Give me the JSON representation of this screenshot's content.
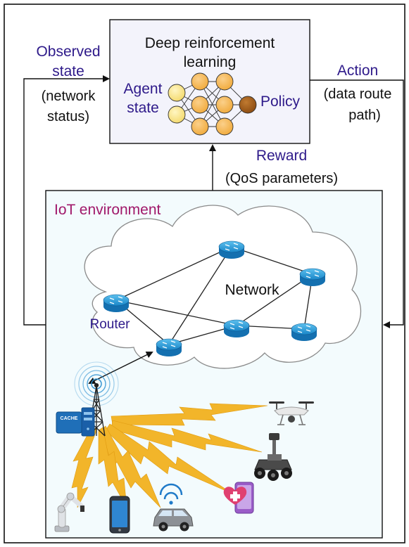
{
  "drl_box": {
    "title_line1": "Deep reinforcement",
    "title_line2": "learning",
    "agent_line1": "Agent",
    "agent_line2": "state",
    "policy": "Policy"
  },
  "observed": {
    "line1": "Observed",
    "line2": "state",
    "line3": "(network",
    "line4": "status)"
  },
  "action": {
    "line1": "Action",
    "line2": "(data route",
    "line3": "path)"
  },
  "reward": {
    "line1": "Reward",
    "line2": "(QoS parameters)"
  },
  "environment": {
    "title": "IoT environment",
    "network_label": "Network",
    "router_label": "Router",
    "cache_label": "CACHE"
  },
  "icons": [
    "router-icon",
    "cell-tower-icon",
    "cache-server-icon",
    "drone-icon",
    "ground-robot-icon",
    "health-phone-icon",
    "connected-car-icon",
    "smartphone-icon",
    "robot-arm-icon"
  ],
  "colors": {
    "accent_text": "#2e1a8a",
    "iot_title": "#a0186a",
    "router_blue": "#1f86c8",
    "lightning": "#f2b52a",
    "drl_box_bg": "#f3f3fb",
    "env_bg": "#f3fbfd"
  }
}
